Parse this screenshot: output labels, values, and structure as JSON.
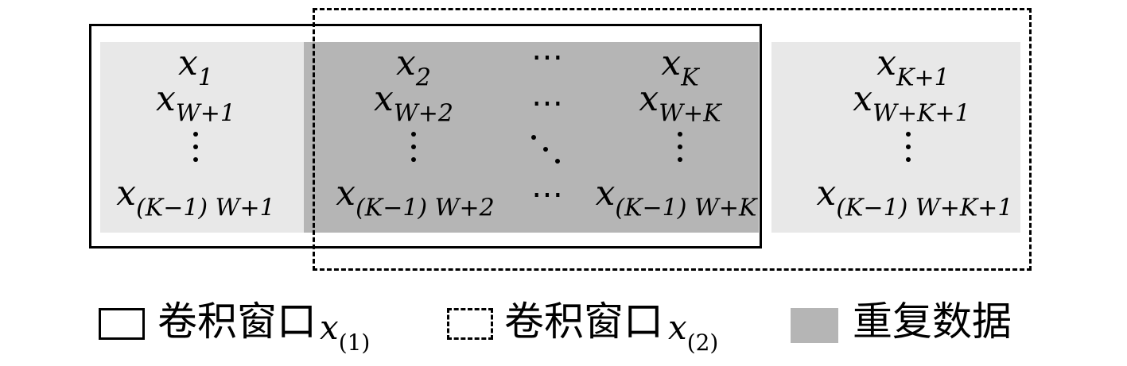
{
  "colors": {
    "light_gray": "#e8e8e8",
    "overlap_gray": "#b5b5b5",
    "border": "#000000"
  },
  "matrix": {
    "col1": {
      "r1": "x",
      "r1s": "1",
      "r2": "x",
      "r2s": "W+1",
      "r4": "x",
      "r4s": "(K−1) W+1"
    },
    "col2": {
      "r1": "x",
      "r1s": "2",
      "r2": "x",
      "r2s": "W+2",
      "r4": "x",
      "r4s": "(K−1) W+2"
    },
    "col3": {
      "r1": "⋯",
      "r2": "⋯",
      "r4": "⋯"
    },
    "col4": {
      "r1": "x",
      "r1s": "K",
      "r2": "x",
      "r2s": "W+K",
      "r4": "x",
      "r4s": "(K−1) W+K"
    },
    "col5": {
      "r1": "x",
      "r1s": "K+1",
      "r2": "x",
      "r2s": "W+K+1",
      "r4": "x",
      "r4s": "(K−1) W+K+1"
    }
  },
  "legend": {
    "window1_label": "卷积窗口",
    "window1_var": "x",
    "window1_sub": "(1)",
    "window2_label": "卷积窗口",
    "window2_var": "x",
    "window2_sub": "(2)",
    "overlap_label": "重复数据"
  }
}
